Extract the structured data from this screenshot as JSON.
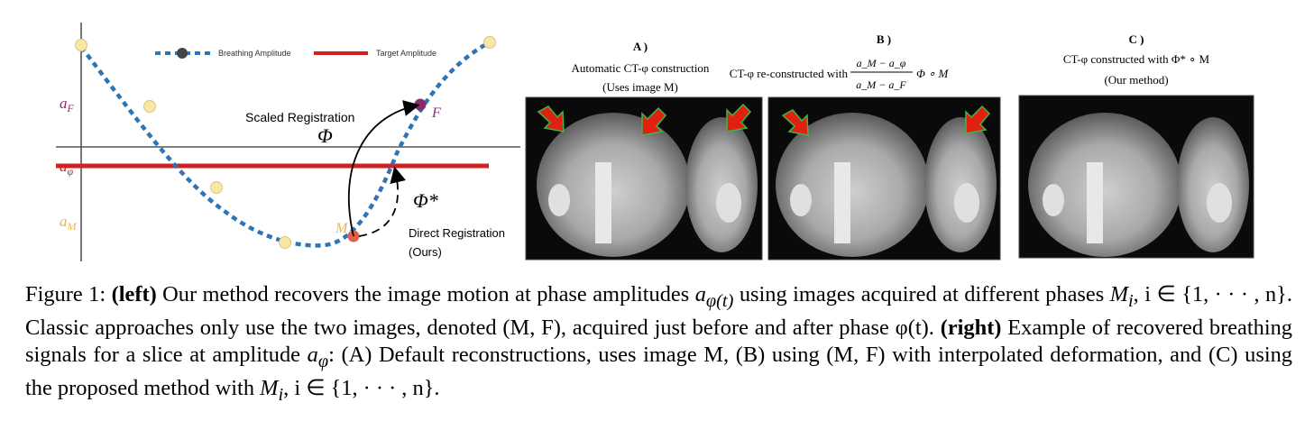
{
  "plot": {
    "legend_breathing": "Breathing Amplitude",
    "legend_target": "Target Amplitude",
    "label_aF": "a",
    "label_aF_sub": "F",
    "label_aphi": "a",
    "label_aphi_sub": "φ",
    "label_aM": "a",
    "label_aM_sub": "M",
    "point_F": "F",
    "point_M": "M",
    "scaled_reg": "Scaled Registration",
    "phi": "Φ",
    "phi_star": "Φ*",
    "direct_reg": "Direct Registration",
    "ours": "(Ours)",
    "colors": {
      "breathing": "#2f74b5",
      "target": "#d0201f",
      "marker": "#f8e7a6",
      "F": "#8b2b6e",
      "M": "#e0604a"
    }
  },
  "panels": {
    "A": {
      "letter": "A )",
      "line1": "Automatic CT-φ  construction",
      "line2": "(Uses image M)"
    },
    "B": {
      "letter": "B )",
      "prefix": "CT-φ re-constructed with ",
      "num": "a_M − a_φ",
      "den": "a_M − a_F",
      "suffix": "Φ ∘ M"
    },
    "C": {
      "letter": "C )",
      "line1": "CT-φ constructed with Φ* ∘ M",
      "line2": "(Our method)"
    }
  },
  "caption": {
    "fig": "Figure 1:",
    "left_bold": "(left)",
    "t1": " Our method recovers the image motion at phase amplitudes ",
    "m1": "a",
    "m1sub": "φ(t)",
    "t2": " using images acquired at different phases ",
    "m2": "M",
    "m2sub": "i",
    "t3": ", i ∈ {1, · · · , n}. Classic approaches only use the two images, denoted (M, F), acquired just before and after phase φ(t). ",
    "right_bold": "(right)",
    "t4": " Example of recovered breathing signals for a slice at amplitude ",
    "m3": "a",
    "m3sub": "φ",
    "t5": ": (A) Default reconstructions, uses image M, (B) using (M, F) with interpolated deformation, and (C) using the proposed method with ",
    "m4": "M",
    "m4sub": "i",
    "t6": ", i ∈ {1, · · · , n}."
  }
}
